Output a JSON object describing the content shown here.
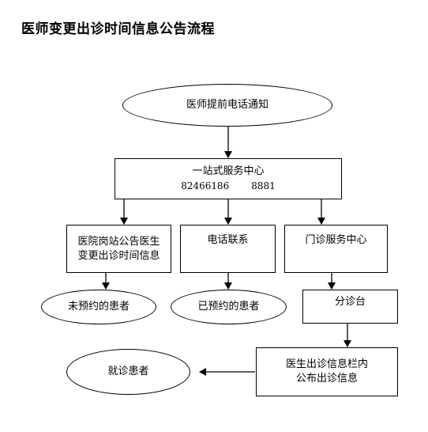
{
  "title": "医师变更出诊时间信息公告流程",
  "nodes": {
    "start": "医师提前电话通知",
    "service_center": {
      "label": "一站式服务中心",
      "phone_main": "82466186",
      "phone_ext": "8881"
    },
    "ward_notice": {
      "line1": "医院岗站公告医生",
      "line2": "变更出诊时间信息"
    },
    "phone_contact": "电话联系",
    "clinic_service": "门诊服务中心",
    "not_booked": "未预约的患者",
    "booked": "已预约的患者",
    "triage": "分诊台",
    "doctor_board": {
      "line1": "医生出诊信息栏内",
      "line2": "公布出诊信息"
    },
    "patients": "就诊患者"
  }
}
